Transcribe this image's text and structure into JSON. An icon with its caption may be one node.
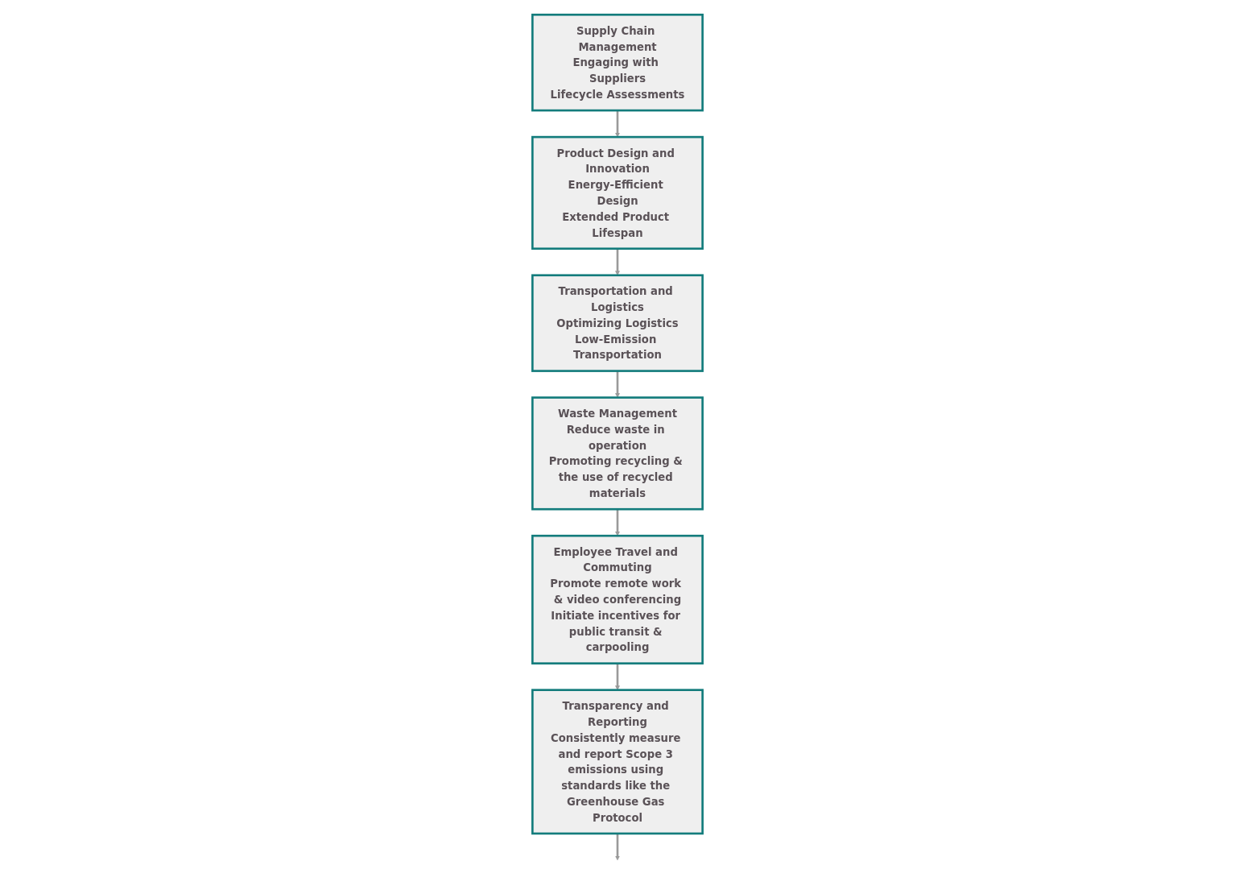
{
  "diagram": {
    "nodes": [
      {
        "text": [
          "Transportation and Logistics",
          "Optimizing Logistics",
          "Low-Emission Transportation"
        ]
      },
      {
        "text": [
          "Product Design and Innovation",
          "Energy-Efficient Design",
          "Extended Product Lifespan"
        ]
      },
      {
        "text": [
          "Supply Chain Management",
          "Engaging with Suppliers",
          "Lifecycle Assessments"
        ]
      },
      {
        "text": [
          "Waste Management",
          "Reduce waste in operation",
          "Promoting recycling & the use of recycled materials"
        ]
      },
      {
        "text": [
          "Employee Travel and Commuting",
          "Promote remote work & video conferencing",
          "Initiate incentives for public transit & carpooling"
        ]
      },
      {
        "text": [
          "Transparency and Reporting",
          "Consistently measure and report Scope 3 emissions using standards like the Greenhouse Gas Protocol"
        ]
      }
    ],
    "edges": [
      {
        "from": 2,
        "to": 1,
        "arrow": "to"
      },
      {
        "from": 1,
        "to": 0,
        "arrow": "to"
      },
      {
        "from": 0,
        "to": 3,
        "arrow": "to"
      },
      {
        "from": 3,
        "to": 4,
        "arrow": "to"
      },
      {
        "from": 4,
        "to": 5,
        "arrow": "to"
      },
      {
        "from": 5,
        "to": null,
        "arrow": "to"
      }
    ]
  }
}
